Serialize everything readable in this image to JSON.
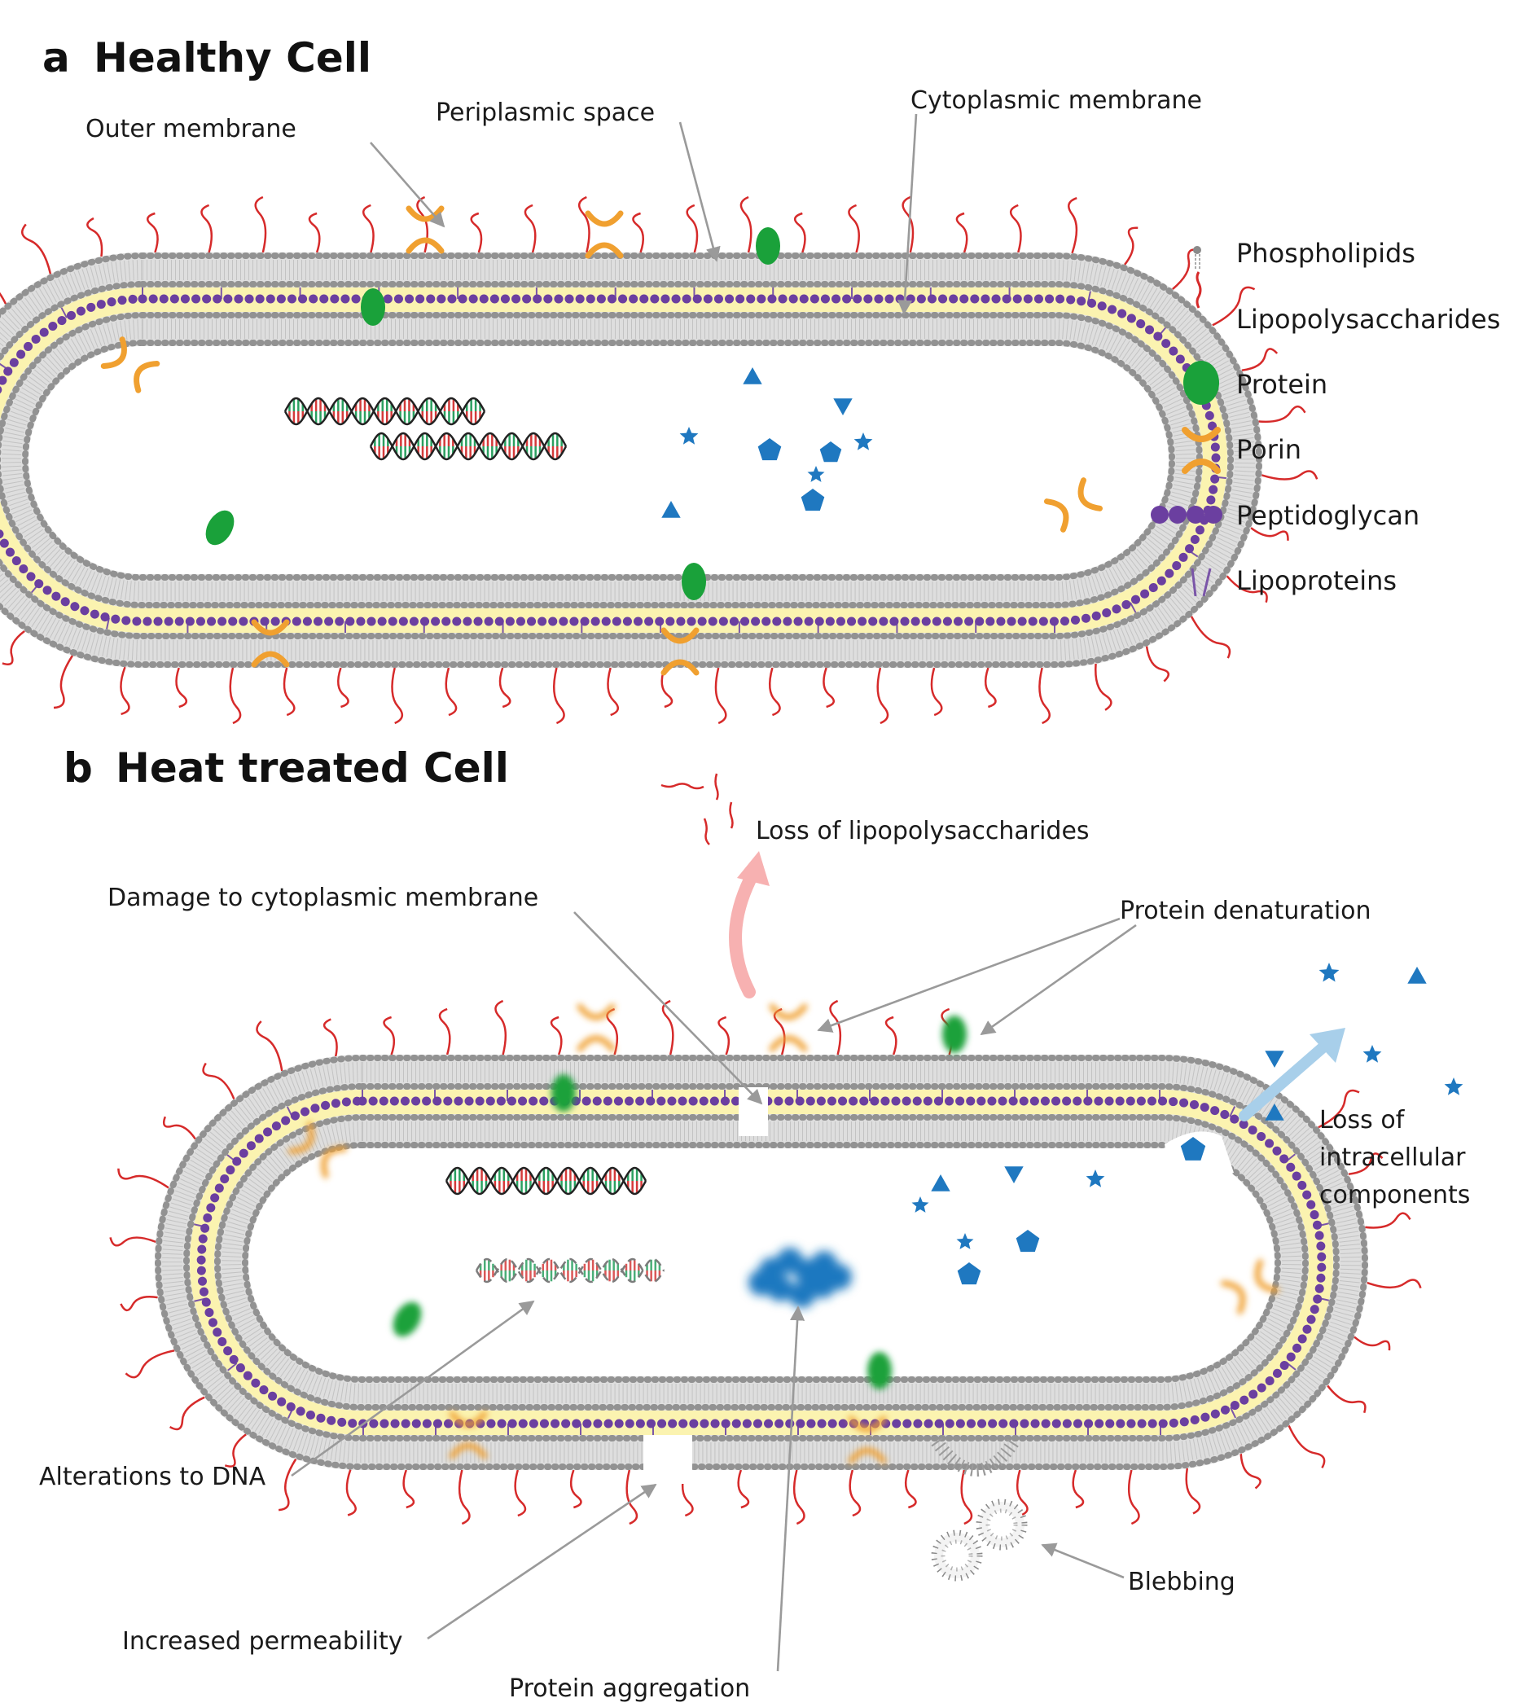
{
  "panel_a": {
    "title_letter": "a",
    "title": "Healthy Cell",
    "labels": {
      "outer_membrane": "Outer membrane",
      "periplasmic_space": "Periplasmic space",
      "cytoplasmic_membrane": "Cytoplasmic membrane"
    }
  },
  "legend": {
    "phospholipids": "Phospholipids",
    "lipopolysaccharides": "Lipopolysaccharides",
    "protein": "Protein",
    "porin": "Porin",
    "peptidoglycan": "Peptidoglycan",
    "lipoproteins": "Lipoproteins"
  },
  "panel_b": {
    "title_letter": "b",
    "title": "Heat treated  Cell",
    "labels": {
      "loss_lps": "Loss of lipopolysaccharides",
      "damage_cm": "Damage to cytoplasmic membrane",
      "protein_denaturation": "Protein denaturation",
      "loss_intracellular_1": "Loss of",
      "loss_intracellular_2": "intracellular",
      "loss_intracellular_3": "components",
      "alterations_dna": "Alterations to DNA",
      "increased_permeability": "Increased permeability",
      "protein_aggregation": "Protein aggregation",
      "blebbing": "Blebbing"
    }
  },
  "colors": {
    "periplasm": "#fbf3b0",
    "peptidoglycan": "#6b3fa0",
    "lipoprotein": "#7a55a8",
    "lps": "#d62a2a",
    "protein": "#1aa13a",
    "porin": "#f0a030",
    "phospholipid": "#8a8a8a",
    "molecule": "#1f78c0",
    "dna_red": "#d43a3a",
    "dna_green": "#2aa060",
    "arrow_pink": "#f7b1b1",
    "arrow_blue": "#a8cfea"
  },
  "icons": [
    "phospholipid-icon",
    "lps-icon",
    "protein-icon",
    "porin-icon",
    "peptidoglycan-icon",
    "lipoprotein-icon",
    "dna-icon",
    "star-icon",
    "triangle-icon",
    "pentagon-icon"
  ]
}
